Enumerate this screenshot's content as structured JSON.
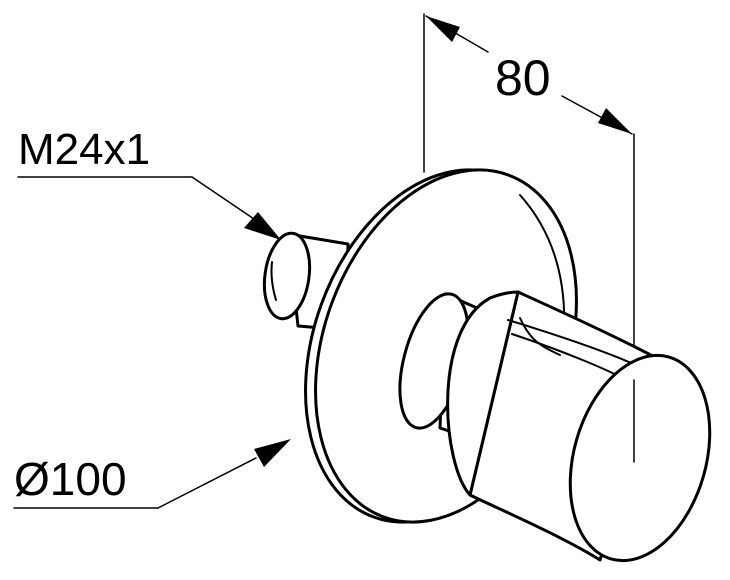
{
  "annotations": {
    "depth_dimension": "80",
    "thread_label": "M24x1",
    "diameter_label": "Ø100"
  },
  "icons": {
    "part": "shower-valve-knob-icon"
  },
  "colors": {
    "line": "#000000",
    "background": "#ffffff"
  }
}
